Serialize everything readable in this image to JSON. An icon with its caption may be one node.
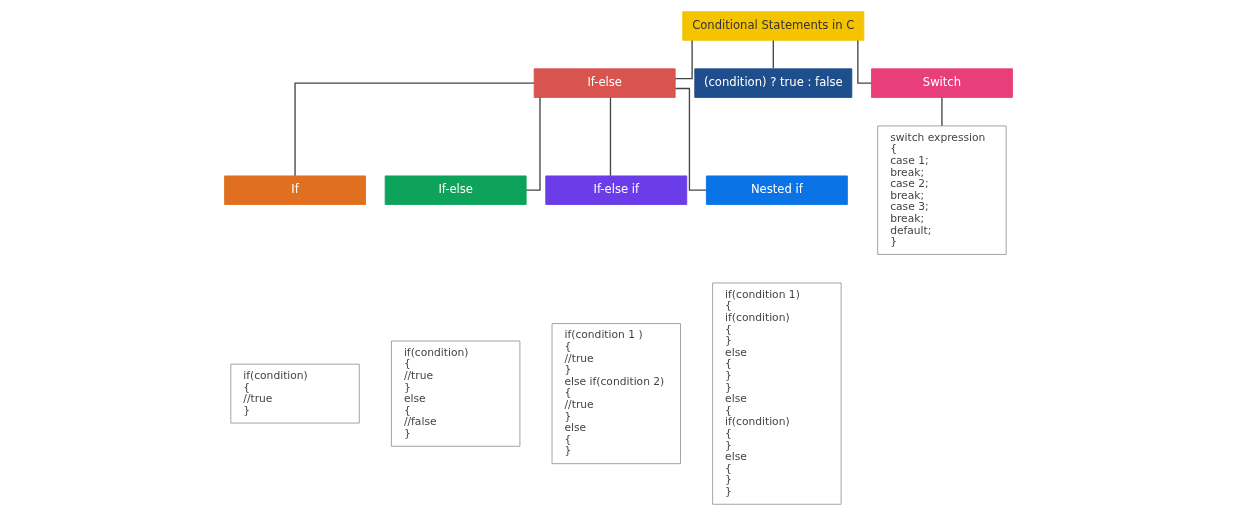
{
  "diagram": {
    "nodes": [
      {
        "text": [
          "Conditional Statements in C"
        ]
      },
      {
        "text": [
          "If-else"
        ]
      },
      {
        "text": [
          "(condition) ? true : false"
        ]
      },
      {
        "text": [
          "Switch"
        ]
      },
      {
        "text": [
          "If"
        ]
      },
      {
        "text": [
          "If-else"
        ]
      },
      {
        "text": [
          "If-else if"
        ]
      },
      {
        "text": [
          "Nested if"
        ]
      },
      {
        "text": [
          "if(condition) { //true }"
        ]
      },
      {
        "text": [
          "if(condition) { //true } else { //false }"
        ]
      },
      {
        "text": [
          "if(condition 1 ) { //true } else if(condition 2) { //true } else { }"
        ]
      },
      {
        "text": [
          "if(condition 1) { if(condition) { } else { } } else { if(condition) { } else { } }"
        ]
      },
      {
        "text": [
          "switch expression { case 1; break; case 2; break; case 3; break; default; }"
        ]
      }
    ],
    "edges": [
      {
        "from": 0,
        "to": 1,
        "arrow": "none"
      },
      {
        "from": 0,
        "to": 2,
        "arrow": "none"
      },
      {
        "from": 0,
        "to": 3,
        "arrow": "none"
      },
      {
        "from": 1,
        "to": 4,
        "arrow": "none"
      },
      {
        "from": 1,
        "to": 5,
        "arrow": "none"
      },
      {
        "from": 1,
        "to": 6,
        "arrow": "none"
      },
      {
        "from": 1,
        "to": 7,
        "arrow": "none"
      },
      {
        "from": 3,
        "to": 12,
        "arrow": "none"
      }
    ]
  }
}
